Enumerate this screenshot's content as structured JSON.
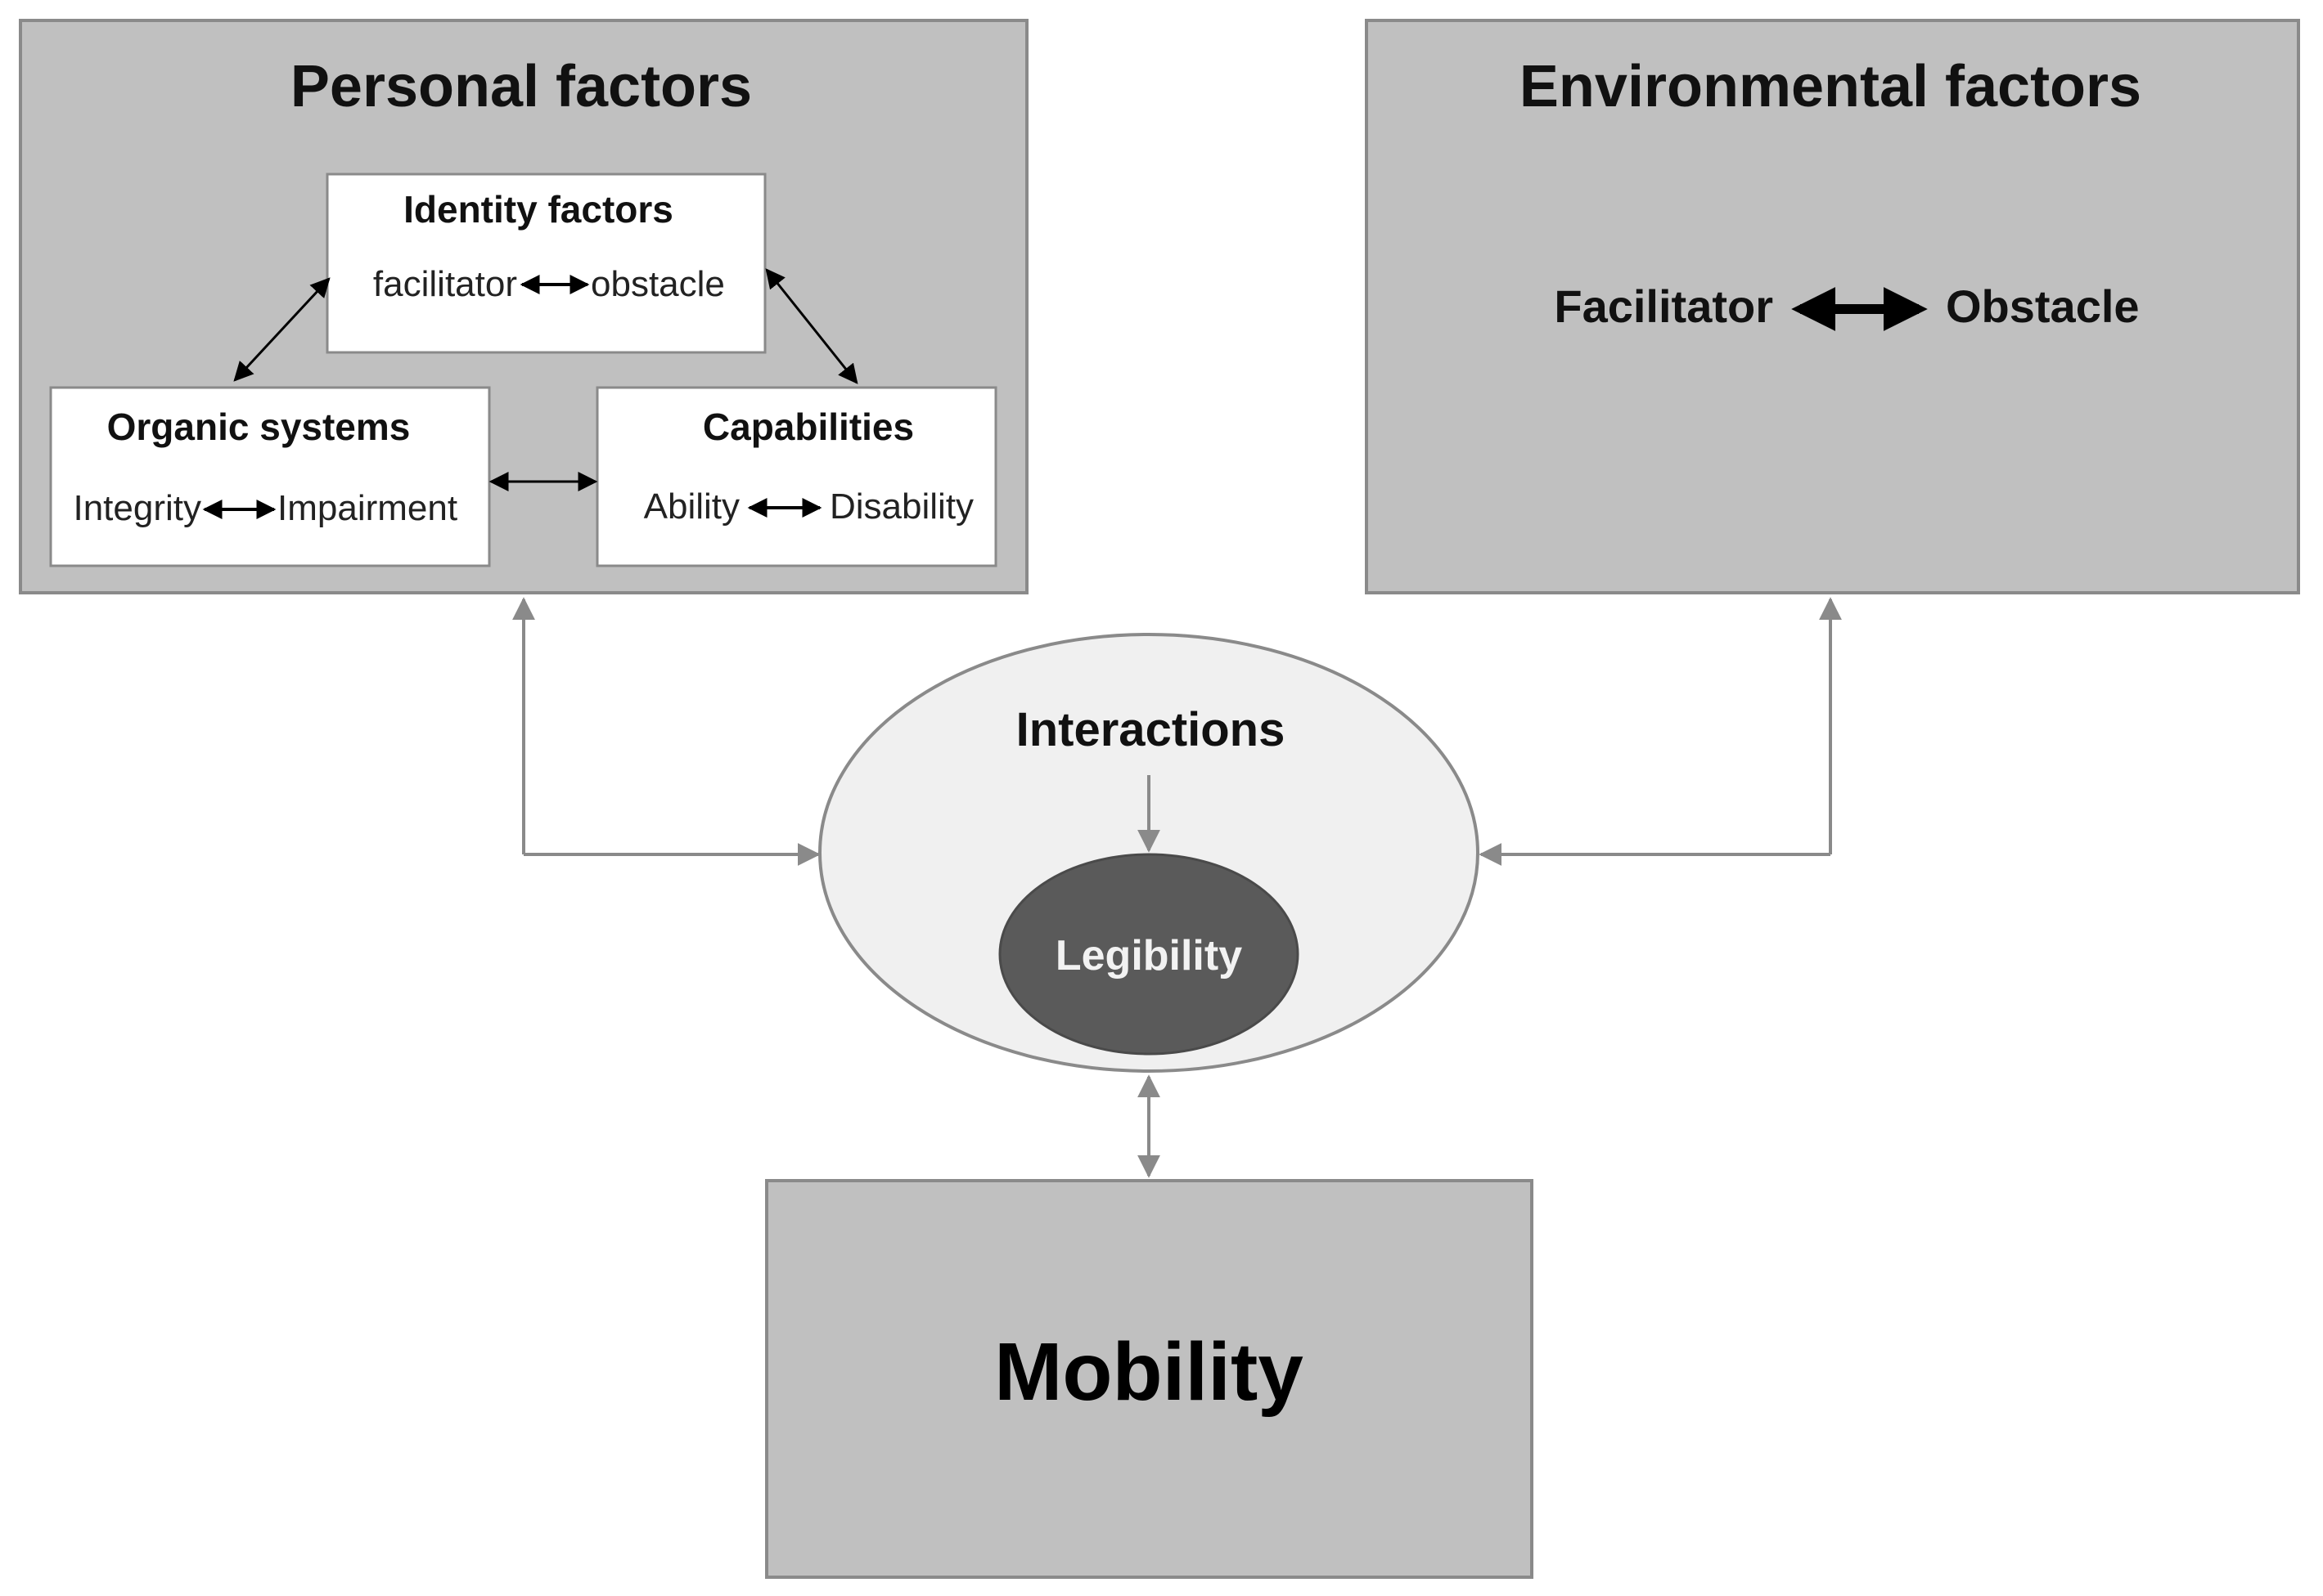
{
  "personal": {
    "title": "Personal factors",
    "identity": {
      "title": "Identity factors",
      "left": "facilitator",
      "right": "obstacle"
    },
    "organic": {
      "title": "Organic systems",
      "left": "Integrity",
      "right": "Impairment"
    },
    "capabilities": {
      "title": "Capabilities",
      "left": "Ability",
      "right": "Disability"
    }
  },
  "environmental": {
    "title": "Environmental factors",
    "left": "Facilitator",
    "right": "Obstacle"
  },
  "interactions": {
    "label": "Interactions"
  },
  "legibility": {
    "label": "Legibility"
  },
  "mobility": {
    "label": "Mobility"
  },
  "colors": {
    "panel_fill": "#c0c0c0",
    "panel_stroke": "#8a8a8a",
    "box_fill": "#ffffff",
    "ellipse_fill": "#f0f0f0",
    "legibility_fill": "#5a5a5a",
    "connector": "#8a8a8a",
    "inner_arrow": "#000000"
  }
}
